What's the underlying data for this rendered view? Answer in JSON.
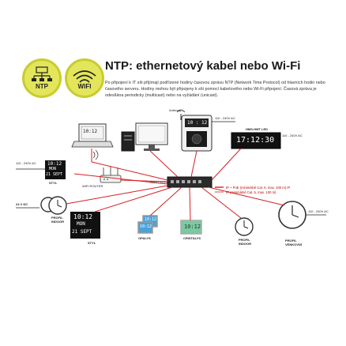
{
  "header": {
    "title": "NTP: ethernetový kabel nebo Wi-Fi",
    "description": "Po připojení k IT síti přijímají podřízené hodiny časovou zprávu NTP (Network Time Protocol) od hlavních hodin nebo časového serveru. Hodiny mohou být připojeny k síti pomocí kabelového nebo Wi-Fi připojení. Časová zpráva je odesílána periodicky (multicast) nebo na vyžádání (unicast)."
  },
  "badges": {
    "ntp": "NTP",
    "wifi": "WIFI"
  },
  "labels": {
    "antenna": "Antenna",
    "ac_master": "110 - 240V AC",
    "hms_led": "HMS-HMT LED",
    "ac_hms": "110 - 240V AC",
    "ac_styl_top": "110 - 240V AC",
    "styl_top": "STYL",
    "router": "WIFI ROUTER",
    "switch": "SWITCH PoE",
    "dc_24": "24 V DC",
    "profil_left": "PROFIL\nINDOOR",
    "styl_bottom": "STYL",
    "opalys": "OPALYS",
    "cristalys": "CRISTALYS",
    "profil_indoor": "PROFIL\nINDOOR",
    "profil_venkovni": "PROFIL\nVENKOVNÍ",
    "ac_right": "110 - 240V AC"
  },
  "legend": {
    "poe": "IP + PoE (minimálně Cat. 5, max. 100 m) IP",
    "ip": "IP (minimálně Cat. 5, max. 100 m)"
  },
  "displays": {
    "pc_screen": "10:12",
    "master_screen": "10 : 12",
    "hms_led": "17:12:30",
    "styl_top_time": "10:12",
    "styl_top_day": "MON",
    "styl_top_date": "21 SEPT",
    "styl_bottom_time": "10:12",
    "styl_bottom_day": "MON",
    "styl_bottom_date": "21 SEPT",
    "opalys_1": "10:12",
    "opalys_2": "10:12",
    "cristalys": "10:12"
  },
  "colors": {
    "badge_fill": "#e3e65a",
    "link_red": "#d61f26",
    "opalys_blue": "#4aa3d8",
    "cristalys_green": "#7cc8a0"
  }
}
